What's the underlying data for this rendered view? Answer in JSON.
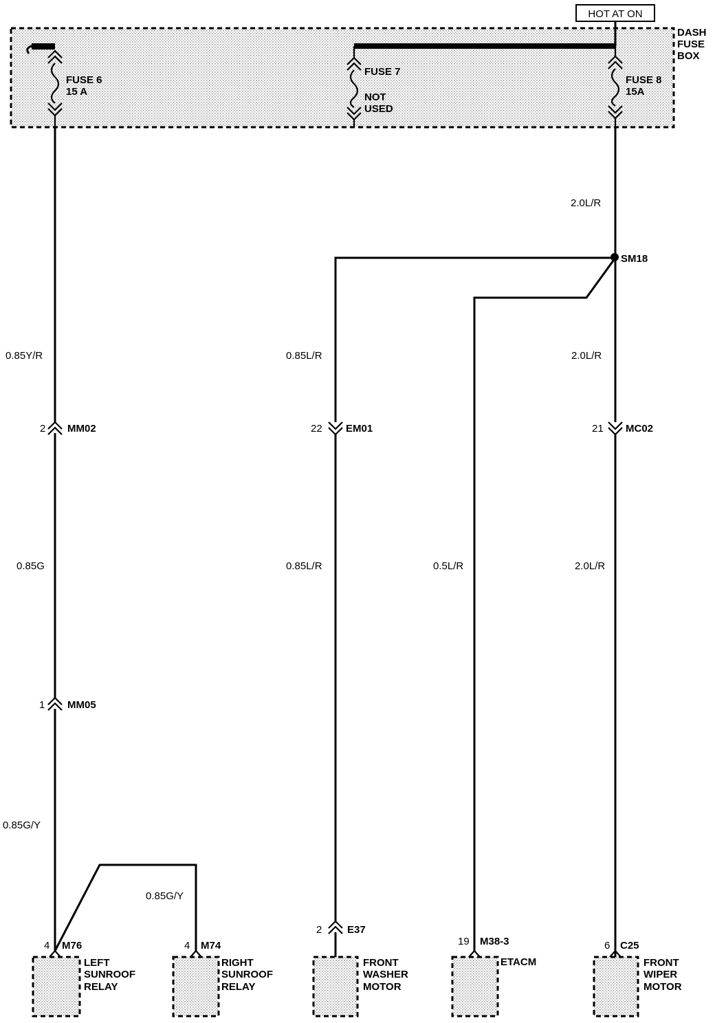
{
  "hot_at": "HOT AT ON",
  "fuse_box": {
    "line1": "DASH",
    "line2": "FUSE",
    "line3": "BOX"
  },
  "fuses": [
    {
      "name": "FUSE 6",
      "rating": "15 A"
    },
    {
      "name": "FUSE 7",
      "rating_line1": "NOT",
      "rating_line2": "USED"
    },
    {
      "name": "FUSE 8",
      "rating": "15A"
    }
  ],
  "splice": "SM18",
  "wires": {
    "w_left_top": "0.85Y/R",
    "w_left_mid": "0.85G",
    "w_left_low": "0.85G/Y",
    "w_left_branch": "0.85G/Y",
    "w_fuse8_top": "2.0L/R",
    "w_em01_top": "0.85L/R",
    "w_em01_bot": "0.85L/R",
    "w_etacm": "0.5L/R",
    "w_mc02_top": "2.0L/R",
    "w_mc02_bot": "2.0L/R"
  },
  "connectors": {
    "mm02": {
      "pin": "2",
      "name": "MM02"
    },
    "mm05": {
      "pin": "1",
      "name": "MM05"
    },
    "em01": {
      "pin": "22",
      "name": "EM01"
    },
    "mc02": {
      "pin": "21",
      "name": "MC02"
    },
    "e37": {
      "pin": "2",
      "name": "E37"
    },
    "m76": {
      "pin": "4",
      "name": "M76"
    },
    "m74": {
      "pin": "4",
      "name": "M74"
    },
    "m38": {
      "pin": "19",
      "name": "M38-3"
    },
    "c25": {
      "pin": "6",
      "name": "C25"
    }
  },
  "components": {
    "left_relay": [
      "LEFT",
      "SUNROOF",
      "RELAY"
    ],
    "right_relay": [
      "RIGHT",
      "SUNROOF",
      "RELAY"
    ],
    "washer": [
      "FRONT",
      "WASHER",
      "MOTOR"
    ],
    "etacm": "ETACM",
    "wiper": [
      "FRONT",
      "WIPER",
      "MOTOR"
    ]
  }
}
